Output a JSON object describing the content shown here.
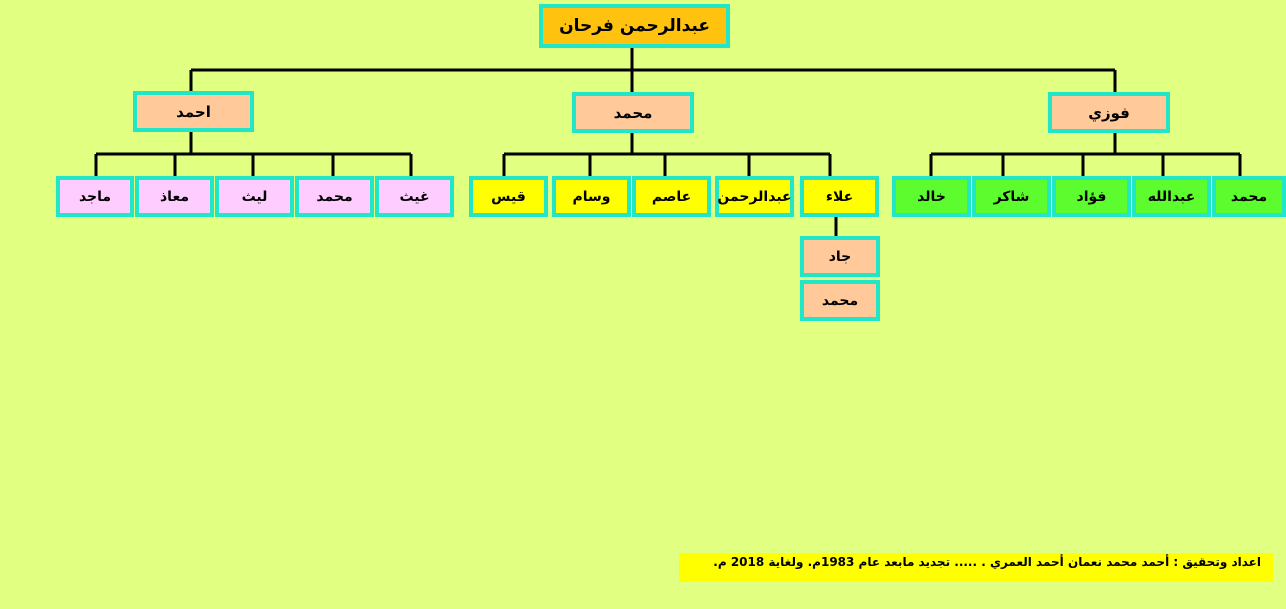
{
  "root": {
    "name": "عبدالرحمن فرحان"
  },
  "sons": {
    "fawzi": {
      "name": "فوزي",
      "children": [
        "محمد",
        "عبدالله",
        "فؤاد",
        "شاكر",
        "خالد"
      ]
    },
    "mohammed": {
      "name": "محمد",
      "children": [
        "علاء",
        "عبدالرحمن",
        "عاصم",
        "وسام",
        "قيس"
      ]
    },
    "ahmed": {
      "name": "احمد",
      "children": [
        "غيث",
        "محمد",
        "ليث",
        "معاذ",
        "ماجد"
      ]
    }
  },
  "alaa_children": [
    "جاد",
    "محمد"
  ],
  "footer": {
    "line1": "اعداد وتحقيق :  أحمد محمد نعمان أحمد العمري . .....   تجديد مابعد عام 1983م.  ولغاية 2018 م."
  },
  "colors": {
    "background": "#e1ff80",
    "border": "#22e6c8",
    "root": "#ffc20e",
    "son": "#ffc99a",
    "ahmed_children": "#ffccff",
    "mohammed_children": "#ffff00",
    "fawzi_children": "#5dfc2f"
  }
}
